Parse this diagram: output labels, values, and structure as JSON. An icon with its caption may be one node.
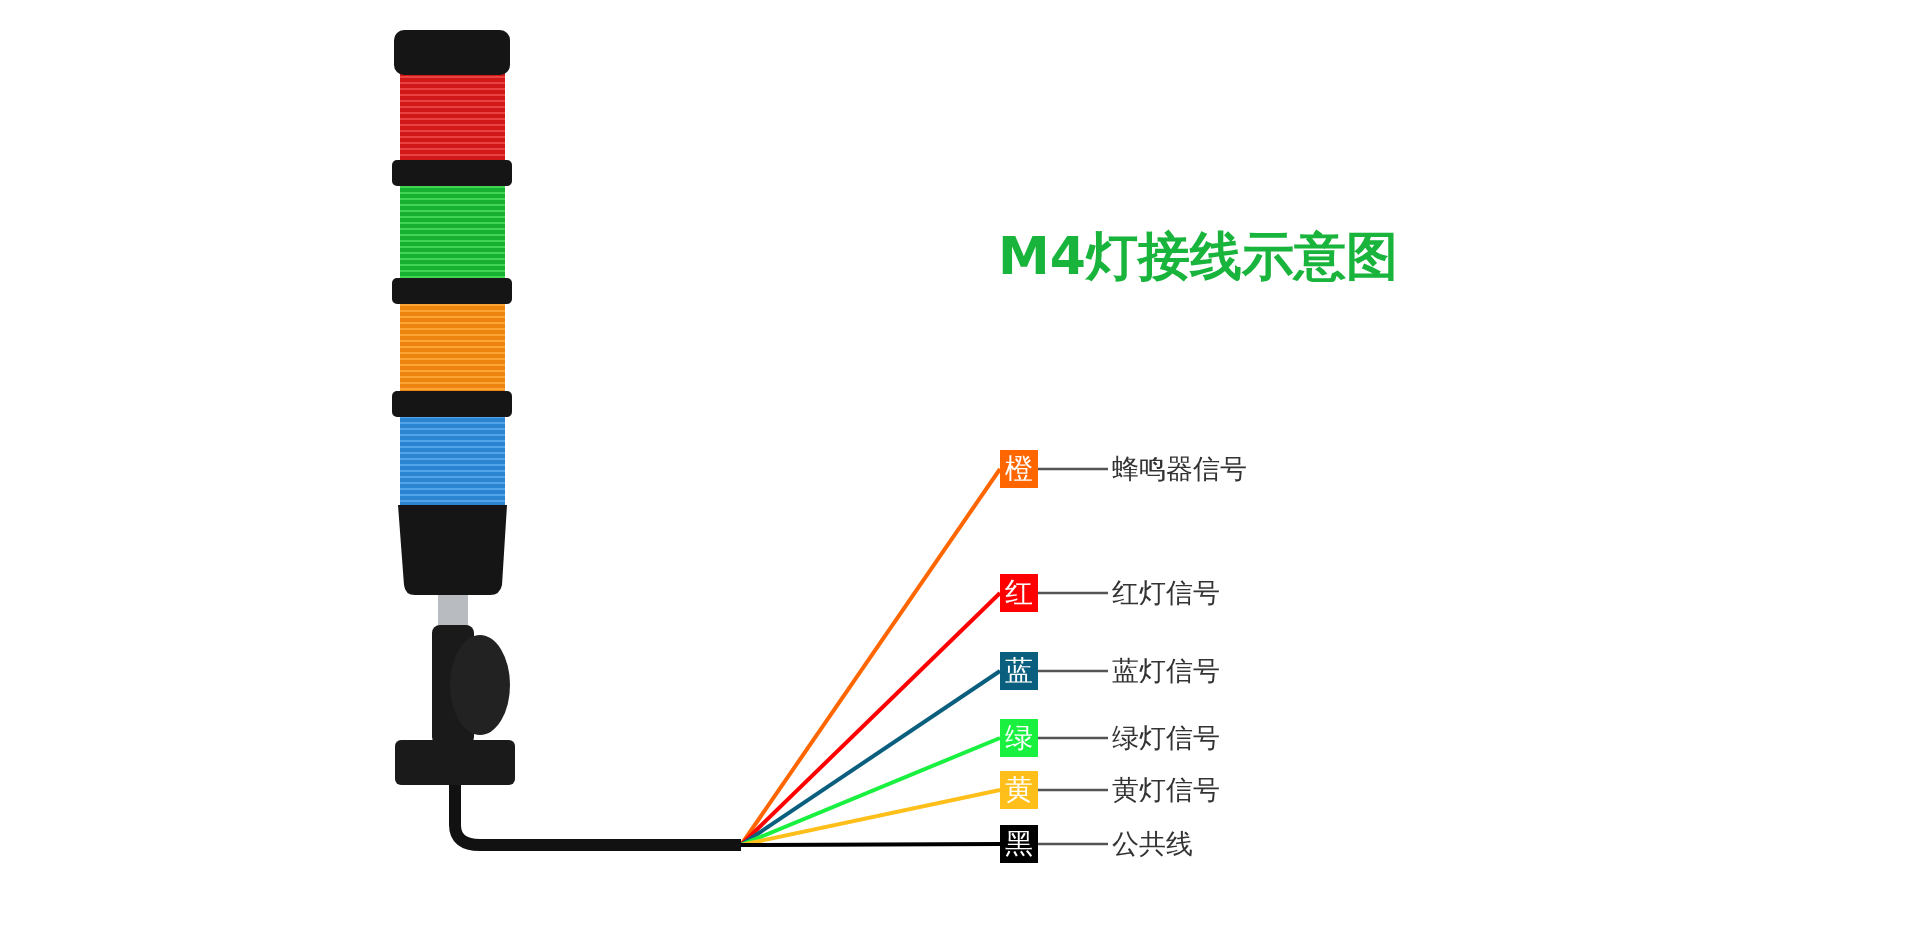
{
  "diagram": {
    "title": "M4灯接线示意图",
    "nodes": [
      {
        "text": [],
        "shape": "picture"
      },
      {
        "text": [
          "橙"
        ]
      },
      {
        "text": [
          "蜂鸣器信号"
        ]
      },
      {
        "text": [
          "红"
        ]
      },
      {
        "text": [
          "红灯信号"
        ]
      },
      {
        "text": [
          "蓝"
        ]
      },
      {
        "text": [
          "蓝灯信号"
        ]
      },
      {
        "text": [
          "绿"
        ]
      },
      {
        "text": [
          "绿灯信号"
        ]
      },
      {
        "text": [
          "黄"
        ]
      },
      {
        "text": [
          "黄灯信号"
        ]
      },
      {
        "text": [
          "黑"
        ]
      },
      {
        "text": [
          "公共线"
        ]
      }
    ],
    "edges": [
      {
        "from": 0,
        "to": 1,
        "arrow": "none",
        "color": "#ff6600"
      },
      {
        "from": 1,
        "to": 2,
        "arrow": "none",
        "color": "#555555"
      },
      {
        "from": 0,
        "to": 3,
        "arrow": "none",
        "color": "#ff0000"
      },
      {
        "from": 3,
        "to": 4,
        "arrow": "none",
        "color": "#555555"
      },
      {
        "from": 0,
        "to": 5,
        "arrow": "none",
        "color": "#0b5f7e"
      },
      {
        "from": 5,
        "to": 6,
        "arrow": "none",
        "color": "#555555"
      },
      {
        "from": 0,
        "to": 7,
        "arrow": "none",
        "color": "#19f040"
      },
      {
        "from": 7,
        "to": 8,
        "arrow": "none",
        "color": "#555555"
      },
      {
        "from": 0,
        "to": 9,
        "arrow": "none",
        "color": "#ffbf1a"
      },
      {
        "from": 9,
        "to": 10,
        "arrow": "none",
        "color": "#555555"
      },
      {
        "from": 0,
        "to": 11,
        "arrow": "none",
        "color": "#000000"
      },
      {
        "from": 11,
        "to": 12,
        "arrow": "none",
        "color": "#555555"
      }
    ]
  }
}
